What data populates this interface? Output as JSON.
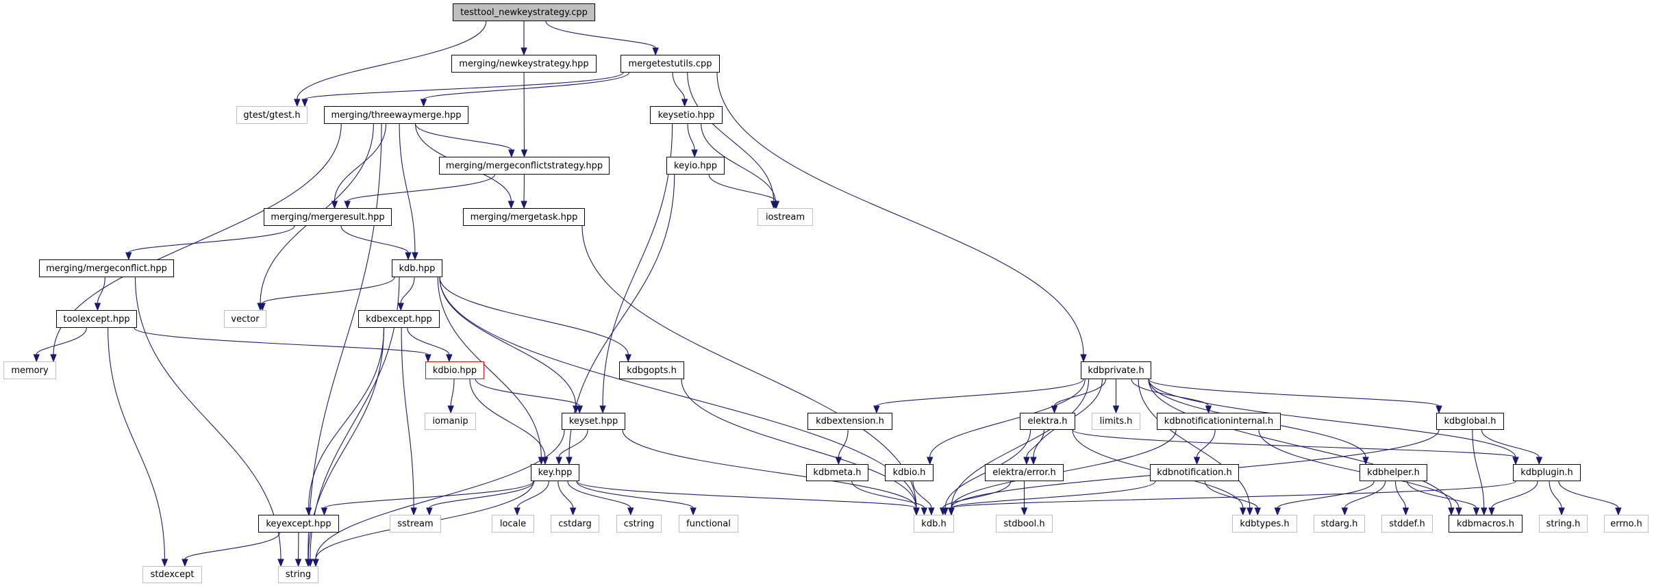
{
  "diagram": {
    "title": "Include dependency graph for testtool_newkeystrategy.cpp",
    "colors": {
      "edge": "#191970",
      "documented_border": "#000000",
      "external_border": "#bfbfbf",
      "root_fill": "#bfbfbf",
      "highlight_border": "#ff0000"
    },
    "nodes": [
      {
        "id": "testtool",
        "label": "testtool_newkeystrategy.cpp",
        "kind": "root"
      },
      {
        "id": "newkeystrategy",
        "label": "merging/newkeystrategy.hpp",
        "kind": "documented"
      },
      {
        "id": "mergetestutils",
        "label": "mergetestutils.cpp",
        "kind": "documented"
      },
      {
        "id": "gtest",
        "label": "gtest/gtest.h",
        "kind": "external"
      },
      {
        "id": "threewaymerge",
        "label": "merging/threewaymerge.hpp",
        "kind": "documented"
      },
      {
        "id": "keysetio",
        "label": "keysetio.hpp",
        "kind": "documented"
      },
      {
        "id": "mergeconflictstrategy",
        "label": "merging/mergeconflictstrategy.hpp",
        "kind": "documented"
      },
      {
        "id": "keyio",
        "label": "keyio.hpp",
        "kind": "documented"
      },
      {
        "id": "mergeresult",
        "label": "merging/mergeresult.hpp",
        "kind": "documented"
      },
      {
        "id": "mergetask",
        "label": "merging/mergetask.hpp",
        "kind": "documented"
      },
      {
        "id": "iostream",
        "label": "iostream",
        "kind": "external"
      },
      {
        "id": "mergeconflict",
        "label": "merging/mergeconflict.hpp",
        "kind": "documented"
      },
      {
        "id": "kdbhpp",
        "label": "kdb.hpp",
        "kind": "documented"
      },
      {
        "id": "toolexcept",
        "label": "toolexcept.hpp",
        "kind": "documented"
      },
      {
        "id": "vector",
        "label": "vector",
        "kind": "external"
      },
      {
        "id": "kdbexcept",
        "label": "kdbexcept.hpp",
        "kind": "documented"
      },
      {
        "id": "memory",
        "label": "memory",
        "kind": "external"
      },
      {
        "id": "kdbiohpp",
        "label": "kdbio.hpp",
        "kind": "highlight"
      },
      {
        "id": "kdbgopts",
        "label": "kdbgopts.h",
        "kind": "documented"
      },
      {
        "id": "kdbprivate",
        "label": "kdbprivate.h",
        "kind": "documented"
      },
      {
        "id": "iomanip",
        "label": "iomanip",
        "kind": "external"
      },
      {
        "id": "keyset",
        "label": "keyset.hpp",
        "kind": "documented"
      },
      {
        "id": "kdbextension",
        "label": "kdbextension.h",
        "kind": "documented"
      },
      {
        "id": "elektra",
        "label": "elektra.h",
        "kind": "documented"
      },
      {
        "id": "limits",
        "label": "limits.h",
        "kind": "external"
      },
      {
        "id": "kdbnotificationinternal",
        "label": "kdbnotificationinternal.h",
        "kind": "documented"
      },
      {
        "id": "kdbglobal",
        "label": "kdbglobal.h",
        "kind": "documented"
      },
      {
        "id": "key",
        "label": "key.hpp",
        "kind": "documented"
      },
      {
        "id": "kdbmeta",
        "label": "kdbmeta.h",
        "kind": "documented"
      },
      {
        "id": "kdbioh",
        "label": "kdbio.h",
        "kind": "documented"
      },
      {
        "id": "elektraerror",
        "label": "elektra/error.h",
        "kind": "documented"
      },
      {
        "id": "kdbnotification",
        "label": "kdbnotification.h",
        "kind": "documented"
      },
      {
        "id": "kdbhelper",
        "label": "kdbhelper.h",
        "kind": "documented"
      },
      {
        "id": "kdbplugin",
        "label": "kdbplugin.h",
        "kind": "documented"
      },
      {
        "id": "keyexcept",
        "label": "keyexcept.hpp",
        "kind": "documented"
      },
      {
        "id": "sstream",
        "label": "sstream",
        "kind": "external"
      },
      {
        "id": "locale",
        "label": "locale",
        "kind": "external"
      },
      {
        "id": "cstdarg",
        "label": "cstdarg",
        "kind": "external"
      },
      {
        "id": "cstring",
        "label": "cstring",
        "kind": "external"
      },
      {
        "id": "functional",
        "label": "functional",
        "kind": "external"
      },
      {
        "id": "kdbh",
        "label": "kdb.h",
        "kind": "external"
      },
      {
        "id": "stdbool",
        "label": "stdbool.h",
        "kind": "external"
      },
      {
        "id": "kdbtypes",
        "label": "kdbtypes.h",
        "kind": "external"
      },
      {
        "id": "stdarg",
        "label": "stdarg.h",
        "kind": "external"
      },
      {
        "id": "stddef",
        "label": "stddef.h",
        "kind": "external"
      },
      {
        "id": "kdbmacros",
        "label": "kdbmacros.h",
        "kind": "documented"
      },
      {
        "id": "stringh",
        "label": "string.h",
        "kind": "external"
      },
      {
        "id": "errno",
        "label": "errno.h",
        "kind": "external"
      },
      {
        "id": "stdexcept",
        "label": "stdexcept",
        "kind": "external"
      },
      {
        "id": "string",
        "label": "string",
        "kind": "external"
      }
    ],
    "edges": [
      [
        "testtool",
        "gtest"
      ],
      [
        "testtool",
        "newkeystrategy"
      ],
      [
        "testtool",
        "mergetestutils"
      ],
      [
        "newkeystrategy",
        "mergeconflictstrategy"
      ],
      [
        "mergetestutils",
        "gtest"
      ],
      [
        "mergetestutils",
        "threewaymerge"
      ],
      [
        "mergetestutils",
        "keysetio"
      ],
      [
        "mergetestutils",
        "iostream"
      ],
      [
        "mergetestutils",
        "kdbprivate"
      ],
      [
        "threewaymerge",
        "memory"
      ],
      [
        "threewaymerge",
        "string"
      ],
      [
        "threewaymerge",
        "vector"
      ],
      [
        "threewaymerge",
        "mergeresult"
      ],
      [
        "threewaymerge",
        "kdbhpp"
      ],
      [
        "threewaymerge",
        "mergetask"
      ],
      [
        "threewaymerge",
        "mergeconflictstrategy"
      ],
      [
        "keysetio",
        "keyio"
      ],
      [
        "keysetio",
        "iostream"
      ],
      [
        "keysetio",
        "keyset"
      ],
      [
        "keyio",
        "iostream"
      ],
      [
        "keyio",
        "key"
      ],
      [
        "mergeconflictstrategy",
        "mergeresult"
      ],
      [
        "mergeconflictstrategy",
        "mergetask"
      ],
      [
        "mergeresult",
        "mergeconflict"
      ],
      [
        "mergeresult",
        "kdbhpp"
      ],
      [
        "mergetask",
        "kdbh"
      ],
      [
        "mergeconflict",
        "toolexcept"
      ],
      [
        "mergeconflict",
        "string"
      ],
      [
        "toolexcept",
        "memory"
      ],
      [
        "toolexcept",
        "stdexcept"
      ],
      [
        "toolexcept",
        "kdbiohpp"
      ],
      [
        "kdbhpp",
        "vector"
      ],
      [
        "kdbhpp",
        "kdbexcept"
      ],
      [
        "kdbhpp",
        "string"
      ],
      [
        "kdbhpp",
        "key"
      ],
      [
        "kdbhpp",
        "keyset"
      ],
      [
        "kdbhpp",
        "kdbgopts"
      ],
      [
        "kdbhpp",
        "kdbh"
      ],
      [
        "kdbexcept",
        "kdbiohpp"
      ],
      [
        "kdbexcept",
        "keyexcept"
      ],
      [
        "kdbexcept",
        "sstream"
      ],
      [
        "kdbexcept",
        "string"
      ],
      [
        "kdbiohpp",
        "iomanip"
      ],
      [
        "kdbiohpp",
        "keyset"
      ],
      [
        "kdbiohpp",
        "key"
      ],
      [
        "kdbgopts",
        "kdbh"
      ],
      [
        "keyset",
        "key"
      ],
      [
        "keyset",
        "kdbh"
      ],
      [
        "keyset",
        "string"
      ],
      [
        "key",
        "keyexcept"
      ],
      [
        "key",
        "sstream"
      ],
      [
        "key",
        "string"
      ],
      [
        "key",
        "locale"
      ],
      [
        "key",
        "cstdarg"
      ],
      [
        "key",
        "cstring"
      ],
      [
        "key",
        "functional"
      ],
      [
        "key",
        "kdbh"
      ],
      [
        "keyexcept",
        "stdexcept"
      ],
      [
        "keyexcept",
        "string"
      ],
      [
        "kdbprivate",
        "kdbextension"
      ],
      [
        "kdbprivate",
        "kdbioh"
      ],
      [
        "kdbprivate",
        "kdbh"
      ],
      [
        "kdbprivate",
        "elektraerror"
      ],
      [
        "kdbprivate",
        "elektra"
      ],
      [
        "kdbprivate",
        "limits"
      ],
      [
        "kdbprivate",
        "kdbnotificationinternal"
      ],
      [
        "kdbprivate",
        "kdbtypes"
      ],
      [
        "kdbprivate",
        "kdbhelper"
      ],
      [
        "kdbprivate",
        "kdbglobal"
      ],
      [
        "kdbprivate",
        "kdbplugin"
      ],
      [
        "kdbprivate",
        "kdbmacros"
      ],
      [
        "kdbextension",
        "kdbmeta"
      ],
      [
        "kdbmeta",
        "kdbh"
      ],
      [
        "kdbioh",
        "kdbh"
      ],
      [
        "elektra",
        "elektraerror"
      ],
      [
        "elektra",
        "kdbh"
      ],
      [
        "elektra",
        "kdbtypes"
      ],
      [
        "elektra",
        "kdbplugin"
      ],
      [
        "elektraerror",
        "kdbh"
      ],
      [
        "elektraerror",
        "stdbool"
      ],
      [
        "kdbnotificationinternal",
        "kdbnotification"
      ],
      [
        "kdbnotificationinternal",
        "kdbh"
      ],
      [
        "kdbnotificationinternal",
        "kdbmacros"
      ],
      [
        "kdbnotification",
        "kdbh"
      ],
      [
        "kdbnotification",
        "kdbtypes"
      ],
      [
        "kdbglobal",
        "kdbh"
      ],
      [
        "kdbglobal",
        "kdbplugin"
      ],
      [
        "kdbglobal",
        "kdbmacros"
      ],
      [
        "kdbhelper",
        "kdbtypes"
      ],
      [
        "kdbhelper",
        "stdarg"
      ],
      [
        "kdbhelper",
        "stddef"
      ],
      [
        "kdbhelper",
        "kdbmacros"
      ],
      [
        "kdbplugin",
        "kdbh"
      ],
      [
        "kdbplugin",
        "kdbmacros"
      ],
      [
        "kdbplugin",
        "stringh"
      ],
      [
        "kdbplugin",
        "errno"
      ]
    ]
  }
}
